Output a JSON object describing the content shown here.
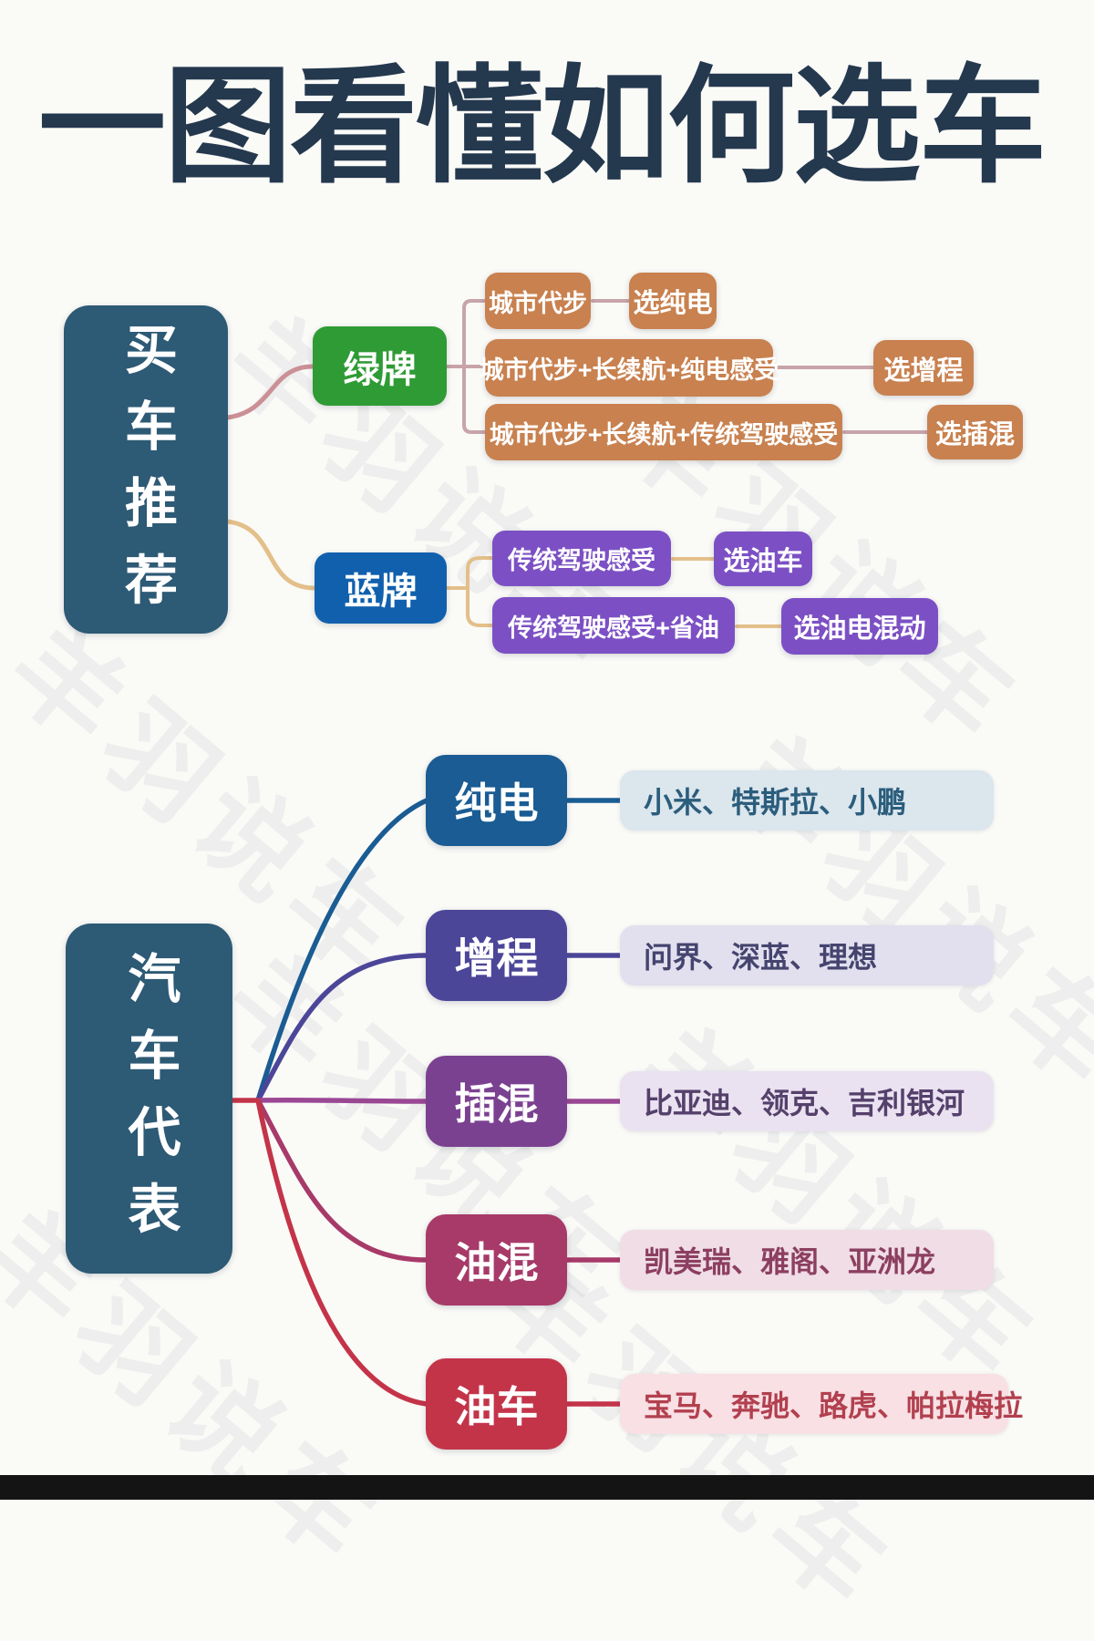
{
  "title": "一图看懂如何选车",
  "watermark": "羊羽说车",
  "colors": {
    "background": "#fafaf7",
    "title_text": "#24384e",
    "root_block": "#2d5a75",
    "green_plate": "#2f9b35",
    "blue_plate": "#1160ae",
    "orange_box": "#c8814f",
    "purple_box": "#7c50c4",
    "rose_line": "#ca9096",
    "tan_line": "#e3bf8a",
    "mauve_line": "#c8a4aa",
    "pure_ev": "#1a5c93",
    "erev": "#4c4699",
    "phev": "#7b4191",
    "hev": "#a73a68",
    "ice": "#c43449",
    "phev_line": "#9a4794",
    "pure_ev_light": "#dbe6ed",
    "erev_light": "#e2e0ee",
    "phev_light": "#eae2f1",
    "hev_light": "#f0dde6",
    "ice_light": "#f8e0e4",
    "pure_ev_text": "#2b5d7c",
    "erev_text": "#45446f",
    "phev_text": "#55406b",
    "hev_text": "#8c3f60",
    "ice_text": "#b2404f",
    "bottom_bar": "#141414"
  },
  "buy_recommendation": {
    "root_label": "买车推荐",
    "green_branch": {
      "label": "绿牌",
      "rows": [
        {
          "condition": "城市代步",
          "result": "选纯电"
        },
        {
          "condition": "城市代步+长续航+纯电感受",
          "result": "选增程"
        },
        {
          "condition": "城市代步+长续航+传统驾驶感受",
          "result": "选插混"
        }
      ]
    },
    "blue_branch": {
      "label": "蓝牌",
      "rows": [
        {
          "condition": "传统驾驶感受",
          "result": "选油车"
        },
        {
          "condition": "传统驾驶感受+省油",
          "result": "选油电混动"
        }
      ]
    }
  },
  "car_representatives": {
    "root_label": "汽车代表",
    "rows": [
      {
        "category": "纯电",
        "brands": "小米、特斯拉、小鹏"
      },
      {
        "category": "增程",
        "brands": "问界、深蓝、理想"
      },
      {
        "category": "插混",
        "brands": "比亚迪、领克、吉利银河"
      },
      {
        "category": "油混",
        "brands": "凯美瑞、雅阁、亚洲龙"
      },
      {
        "category": "油车",
        "brands": "宝马、奔驰、路虎、帕拉梅拉"
      }
    ]
  }
}
